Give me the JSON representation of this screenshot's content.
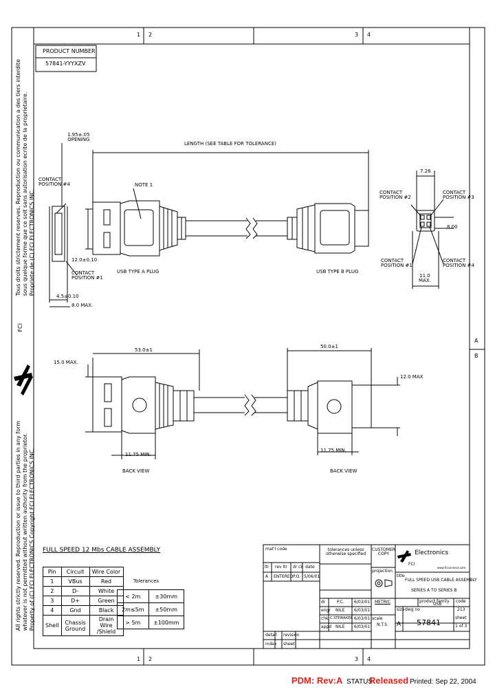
{
  "zones": {
    "top": [
      "1",
      "2",
      "3",
      "4"
    ],
    "bottom": [
      "1",
      "2",
      "3",
      "4"
    ],
    "right": [
      "A",
      "B"
    ]
  },
  "product_number": {
    "label": "PRODUCT NUMBER",
    "value": "57841-YYYXZV"
  },
  "side_notice_upper": [
    "Tous droits strictement reserves. Reproduction ou communication a des tiers interdite",
    "sous quelque forme que ce soit sans autorisation ecrite de la proprietaire.",
    "Propriete de (C) FCI ELECTRONICS INC."
  ],
  "side_notice_lower": [
    "All rights strictly reserved. Reproduction or issue to third parties in any form",
    "whatever is not permitted without written authority from the proprietor.",
    "Property of (C) FCI ELECTRONICS Copyright FCI ELECTRONICS INC."
  ],
  "logo_text": "FCI",
  "dims": {
    "opening": "1.95±.05\nOPENING",
    "length": "LENGTH (SEE TABLE FOR TOLERANCE)",
    "note1": "NOTE 1",
    "contact4_left": "CONTACT\nPOSITION #4",
    "contact1_left": "CONTACT\nPOSITION #1",
    "dim_12": "12.0±0.10",
    "dim_45": "4.5±0.10",
    "dim_80": "8.0 MAX.",
    "usb_a": "USB TYPE A PLUG",
    "usb_b": "USB TYPE B PLUG",
    "dim_726": "7.26",
    "dim_800": "8.00",
    "dim_110": "11.0\nMAX.",
    "contact2": "CONTACT\nPOSITION #2",
    "contact3": "CONTACT\nPOSITION #3",
    "contact1_right": "CONTACT\nPOSITION #1",
    "contact4_right": "CONTACT\nPOSITION #4",
    "dim_150": "15.0 MAX.",
    "dim_530": "53.0±1",
    "dim_500": "50.0±1",
    "dim_120": "12.0 MAX",
    "dim_1175a": "11.75 MIN.",
    "dim_1175b": "11.75 MIN.",
    "back_view_a": "BACK VIEW",
    "back_view_b": "BACK VIEW"
  },
  "pin_table": {
    "title": "FULL SPEED 12 Mbs CABLE ASSEMBLY",
    "headers": [
      "Pin",
      "Circuit",
      "Wire Color"
    ],
    "rows": [
      [
        "1",
        "VBus",
        "Red"
      ],
      [
        "2",
        "D-",
        "White"
      ],
      [
        "3",
        "D+",
        "Green"
      ],
      [
        "4",
        "Gnd",
        "Black"
      ],
      [
        "Shell",
        "Chassis Ground",
        "Drain Wire /Shield"
      ]
    ]
  },
  "tolerances": {
    "title": "Tolerances",
    "rows": [
      [
        "< 2m",
        "±30mm"
      ],
      [
        "2m≤5m",
        "±50mm"
      ],
      [
        "> 5m",
        "±100mm"
      ]
    ]
  },
  "title_block": {
    "matl_code": "mat'l code",
    "tol_note": "tolerances unless\notherwise specified",
    "customer_copy": "CUSTOMER\nCOPY",
    "projection": "projection",
    "metric": "METRIC",
    "scale_label": "scale",
    "scale": "N.T.S",
    "rev_headers": [
      "ltr",
      "rev ltr",
      "dr",
      "ck",
      "date"
    ],
    "rev_row": [
      "A",
      "ENTERED",
      "P.O.",
      "5/06/01"
    ],
    "signoff_rows": [
      [
        "dr",
        "P.C.",
        "6/03/01"
      ],
      [
        "engr",
        "NILE",
        "6/03/01"
      ],
      [
        "chk",
        "C.STEINAKER",
        "6/03/01"
      ],
      [
        "appd",
        "NILE",
        "6/03/01"
      ]
    ],
    "company": "Electronics",
    "company_short": "FCI",
    "website": "www.fciconnect.com",
    "title_label": "title",
    "title_line1": "FULL SPEED USB CABLE ASSEMBLY",
    "title_line2": "SERIES A TO SERIES B",
    "product_family_label": "product family",
    "product_family": "USB",
    "code_label": "code",
    "code": "213",
    "size_label": "size",
    "dwg_label": "dwg no",
    "size": "A",
    "dwg_no": "57841",
    "sheet_label": "sheet",
    "sheet": "1 of 3",
    "detail_label": "detail",
    "index_label": "index",
    "revision_label": "revision",
    "sheet2_label": "sheet"
  },
  "footer": {
    "pdm": "PDM: Rev:A",
    "status_label": "STATUS",
    "status_value": "Released",
    "printed": "Printed: Sep 22, 2004"
  }
}
